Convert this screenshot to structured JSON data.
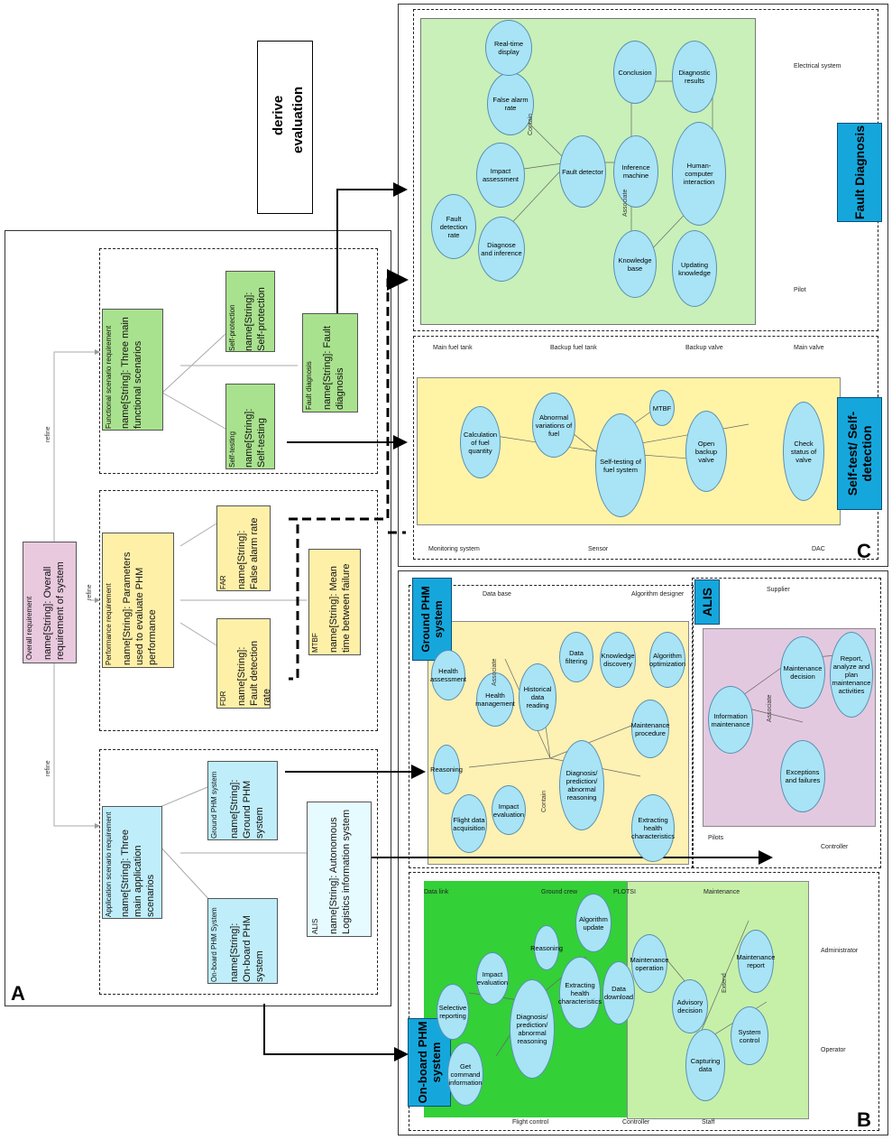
{
  "panel_labels": {
    "a": "A",
    "b": "B",
    "c": "C"
  },
  "legend": {
    "derive": "derive",
    "evaluation": "evaluation"
  },
  "overall": {
    "stereo": "Overall requirement",
    "name": "name[String]: Overall requirement of system"
  },
  "app_req": {
    "stereo": "Application scenario requirement",
    "name": "name[String]: Three main application scenarios"
  },
  "perf_req": {
    "stereo": "Performance requirement",
    "name": "name[String]: Parameters used to evaluate PHM performance"
  },
  "func_req": {
    "stereo": "Functional scenario requirement",
    "name": "name[String]: Three main functional scenarios"
  },
  "onboard_req": {
    "stereo": "On-board PHM System",
    "name": "name[String]: On-board PHM system"
  },
  "ground_req": {
    "stereo": "Ground PHM system",
    "name": "name[String]: Ground PHM system"
  },
  "alis_req": {
    "stereo": "ALIS",
    "name": "name[String]: Autonomous Logistics information system"
  },
  "fdr_req": {
    "stereo": "FDR",
    "name": "name[String]: Fault detection rate"
  },
  "far_req": {
    "stereo": "FAR",
    "name": "name[String]: False alarm rate"
  },
  "mtbf_req": {
    "stereo": "MTBF",
    "name": "name[String]: Mean time between failure"
  },
  "selftest_req": {
    "stereo": "Self-testing",
    "name": "name[String]: Self-testing"
  },
  "selfprot_req": {
    "stereo": "Self-protection",
    "name": "name[String]: Self-protection"
  },
  "faultdiag_req": {
    "stereo": "Fault diagnosis",
    "name": "name[String]: Fault diagnosis"
  },
  "refine": "refine",
  "titles": {
    "onboard": "On-board PHM system",
    "ground": "Ground PHM system",
    "alis": "ALIS",
    "selftest": "Self-test/ Self-detection",
    "faultdiag": "Fault Diagnosis"
  },
  "fault_usecases": [
    "Fault detection rate",
    "Diagnose and inference",
    "Impact assessment",
    "False alarm rate",
    "Real-time display",
    "Fault detector",
    "Inference machine",
    "Conclusion",
    "Knowledge base",
    "Updating knowledge",
    "Human-computer interaction",
    "Diagnostic results"
  ],
  "fault_actors": [
    "Pilot",
    "Electrical system"
  ],
  "selftest_usecases": [
    "Calculation of fuel quantity",
    "Abnormal variations of fuel",
    "MTBF",
    "Self-testing of fuel system",
    "Open backup valve",
    "Check status of valve"
  ],
  "selftest_actors": [
    "Main fuel tank",
    "Backup fuel tank",
    "Backup valve",
    "Main valve",
    "DAC",
    "Sensor",
    "Monitoring system"
  ],
  "ground_usecases": [
    "Health assessment",
    "Data filtering",
    "Knowledge discovery",
    "Algorithm optimization",
    "Health management",
    "Historical data reading",
    "Maintenance procedure",
    "Reasoning",
    "Diagnosis/ prediction/ abnormal reasoning",
    "Flight data acquisition",
    "Impact evaluation",
    "Extracting health characteristics"
  ],
  "ground_actors": [
    "Data base",
    "Algorithm designer"
  ],
  "alis_usecases": [
    "Information maintenance",
    "Maintenance decision",
    "Report, analyze and plan maintenance activities",
    "Exceptions and failures"
  ],
  "alis_actors": [
    "Supplier",
    "Pilots",
    "Controller"
  ],
  "onboard_usecases": [
    "Selective reporting",
    "Impact evaluation",
    "Reasoning",
    "Algorithm update",
    "Get command information",
    "Diagnosis/ prediction/ abnormal reasoning",
    "Extracting health characteristics",
    "Data download",
    "Maintenance operation",
    "Advisory decision",
    "Maintenance report",
    "Capturing data",
    "System control"
  ],
  "onboard_actors": [
    "Data link",
    "Ground crew",
    "PLOTSI",
    "Maintenance",
    "Flight control",
    "Controller",
    "Staff",
    "Operator",
    "Administrator"
  ],
  "relations": {
    "associate": "Associate",
    "contain": "Contain",
    "extend": "Extend"
  }
}
